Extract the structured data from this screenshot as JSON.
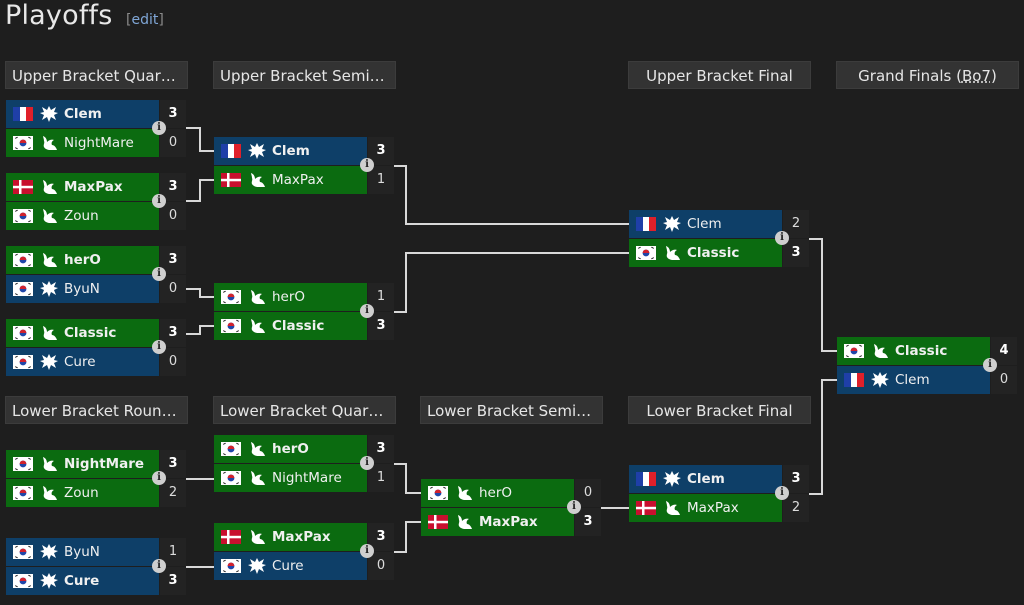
{
  "title": "Playoffs",
  "edit": {
    "open": "[",
    "label": "edit",
    "close": "]"
  },
  "headers": {
    "ubqf": "Upper Bracket Quart…",
    "ubsf": "Upper Bracket Semifi…",
    "ubf": "Upper Bracket Final",
    "gf_prefix": "Grand Finals (",
    "gf_bo": "Bo7",
    "gf_suffix": ")",
    "lbr1": "Lower Bracket Round…",
    "lbqf": "Lower Bracket Quart…",
    "lbsf": "Lower Bracket Semifi…",
    "lbf": "Lower Bracket Final"
  },
  "colors": {
    "terran": "#0e3f68",
    "zerg": "#0b6b10",
    "background": "#1e1e1e",
    "header": "#333333",
    "connector": "#d8d8d8"
  },
  "icons": {
    "info": "info-icon",
    "terran": "terran-race-icon",
    "zerg": "zerg-race-icon"
  },
  "info_glyph": "i",
  "matches": {
    "ubqf1": {
      "p1": {
        "name": "Clem",
        "flag": "fr",
        "race": "terran",
        "score": "3",
        "win": true
      },
      "p2": {
        "name": "NightMare",
        "flag": "kr",
        "race": "zerg",
        "score": "0",
        "win": false
      }
    },
    "ubqf2": {
      "p1": {
        "name": "MaxPax",
        "flag": "dk",
        "race": "zerg",
        "score": "3",
        "win": true
      },
      "p2": {
        "name": "Zoun",
        "flag": "kr",
        "race": "zerg",
        "score": "0",
        "win": false
      }
    },
    "ubqf3": {
      "p1": {
        "name": "herO",
        "flag": "kr",
        "race": "zerg",
        "score": "3",
        "win": true
      },
      "p2": {
        "name": "ByuN",
        "flag": "kr",
        "race": "terran",
        "score": "0",
        "win": false
      }
    },
    "ubqf4": {
      "p1": {
        "name": "Classic",
        "flag": "kr",
        "race": "zerg",
        "score": "3",
        "win": true
      },
      "p2": {
        "name": "Cure",
        "flag": "kr",
        "race": "terran",
        "score": "0",
        "win": false
      }
    },
    "ubsf1": {
      "p1": {
        "name": "Clem",
        "flag": "fr",
        "race": "terran",
        "score": "3",
        "win": true
      },
      "p2": {
        "name": "MaxPax",
        "flag": "dk",
        "race": "zerg",
        "score": "1",
        "win": false
      }
    },
    "ubsf2": {
      "p1": {
        "name": "herO",
        "flag": "kr",
        "race": "zerg",
        "score": "1",
        "win": false
      },
      "p2": {
        "name": "Classic",
        "flag": "kr",
        "race": "zerg",
        "score": "3",
        "win": true
      }
    },
    "ubf": {
      "p1": {
        "name": "Clem",
        "flag": "fr",
        "race": "terran",
        "score": "2",
        "win": false
      },
      "p2": {
        "name": "Classic",
        "flag": "kr",
        "race": "zerg",
        "score": "3",
        "win": true
      }
    },
    "gf": {
      "p1": {
        "name": "Classic",
        "flag": "kr",
        "race": "zerg",
        "score": "4",
        "win": true
      },
      "p2": {
        "name": "Clem",
        "flag": "fr",
        "race": "terran",
        "score": "0",
        "win": false
      }
    },
    "lbr1a": {
      "p1": {
        "name": "NightMare",
        "flag": "kr",
        "race": "zerg",
        "score": "3",
        "win": true
      },
      "p2": {
        "name": "Zoun",
        "flag": "kr",
        "race": "zerg",
        "score": "2",
        "win": false
      }
    },
    "lbr1b": {
      "p1": {
        "name": "ByuN",
        "flag": "kr",
        "race": "terran",
        "score": "1",
        "win": false
      },
      "p2": {
        "name": "Cure",
        "flag": "kr",
        "race": "terran",
        "score": "3",
        "win": true
      }
    },
    "lbqf1": {
      "p1": {
        "name": "herO",
        "flag": "kr",
        "race": "zerg",
        "score": "3",
        "win": true
      },
      "p2": {
        "name": "NightMare",
        "flag": "kr",
        "race": "zerg",
        "score": "1",
        "win": false
      }
    },
    "lbqf2": {
      "p1": {
        "name": "MaxPax",
        "flag": "dk",
        "race": "zerg",
        "score": "3",
        "win": true
      },
      "p2": {
        "name": "Cure",
        "flag": "kr",
        "race": "terran",
        "score": "0",
        "win": false
      }
    },
    "lbsf": {
      "p1": {
        "name": "herO",
        "flag": "kr",
        "race": "zerg",
        "score": "0",
        "win": false
      },
      "p2": {
        "name": "MaxPax",
        "flag": "dk",
        "race": "zerg",
        "score": "3",
        "win": true
      }
    },
    "lbf": {
      "p1": {
        "name": "Clem",
        "flag": "fr",
        "race": "terran",
        "score": "3",
        "win": true
      },
      "p2": {
        "name": "MaxPax",
        "flag": "dk",
        "race": "zerg",
        "score": "2",
        "win": false
      }
    }
  }
}
